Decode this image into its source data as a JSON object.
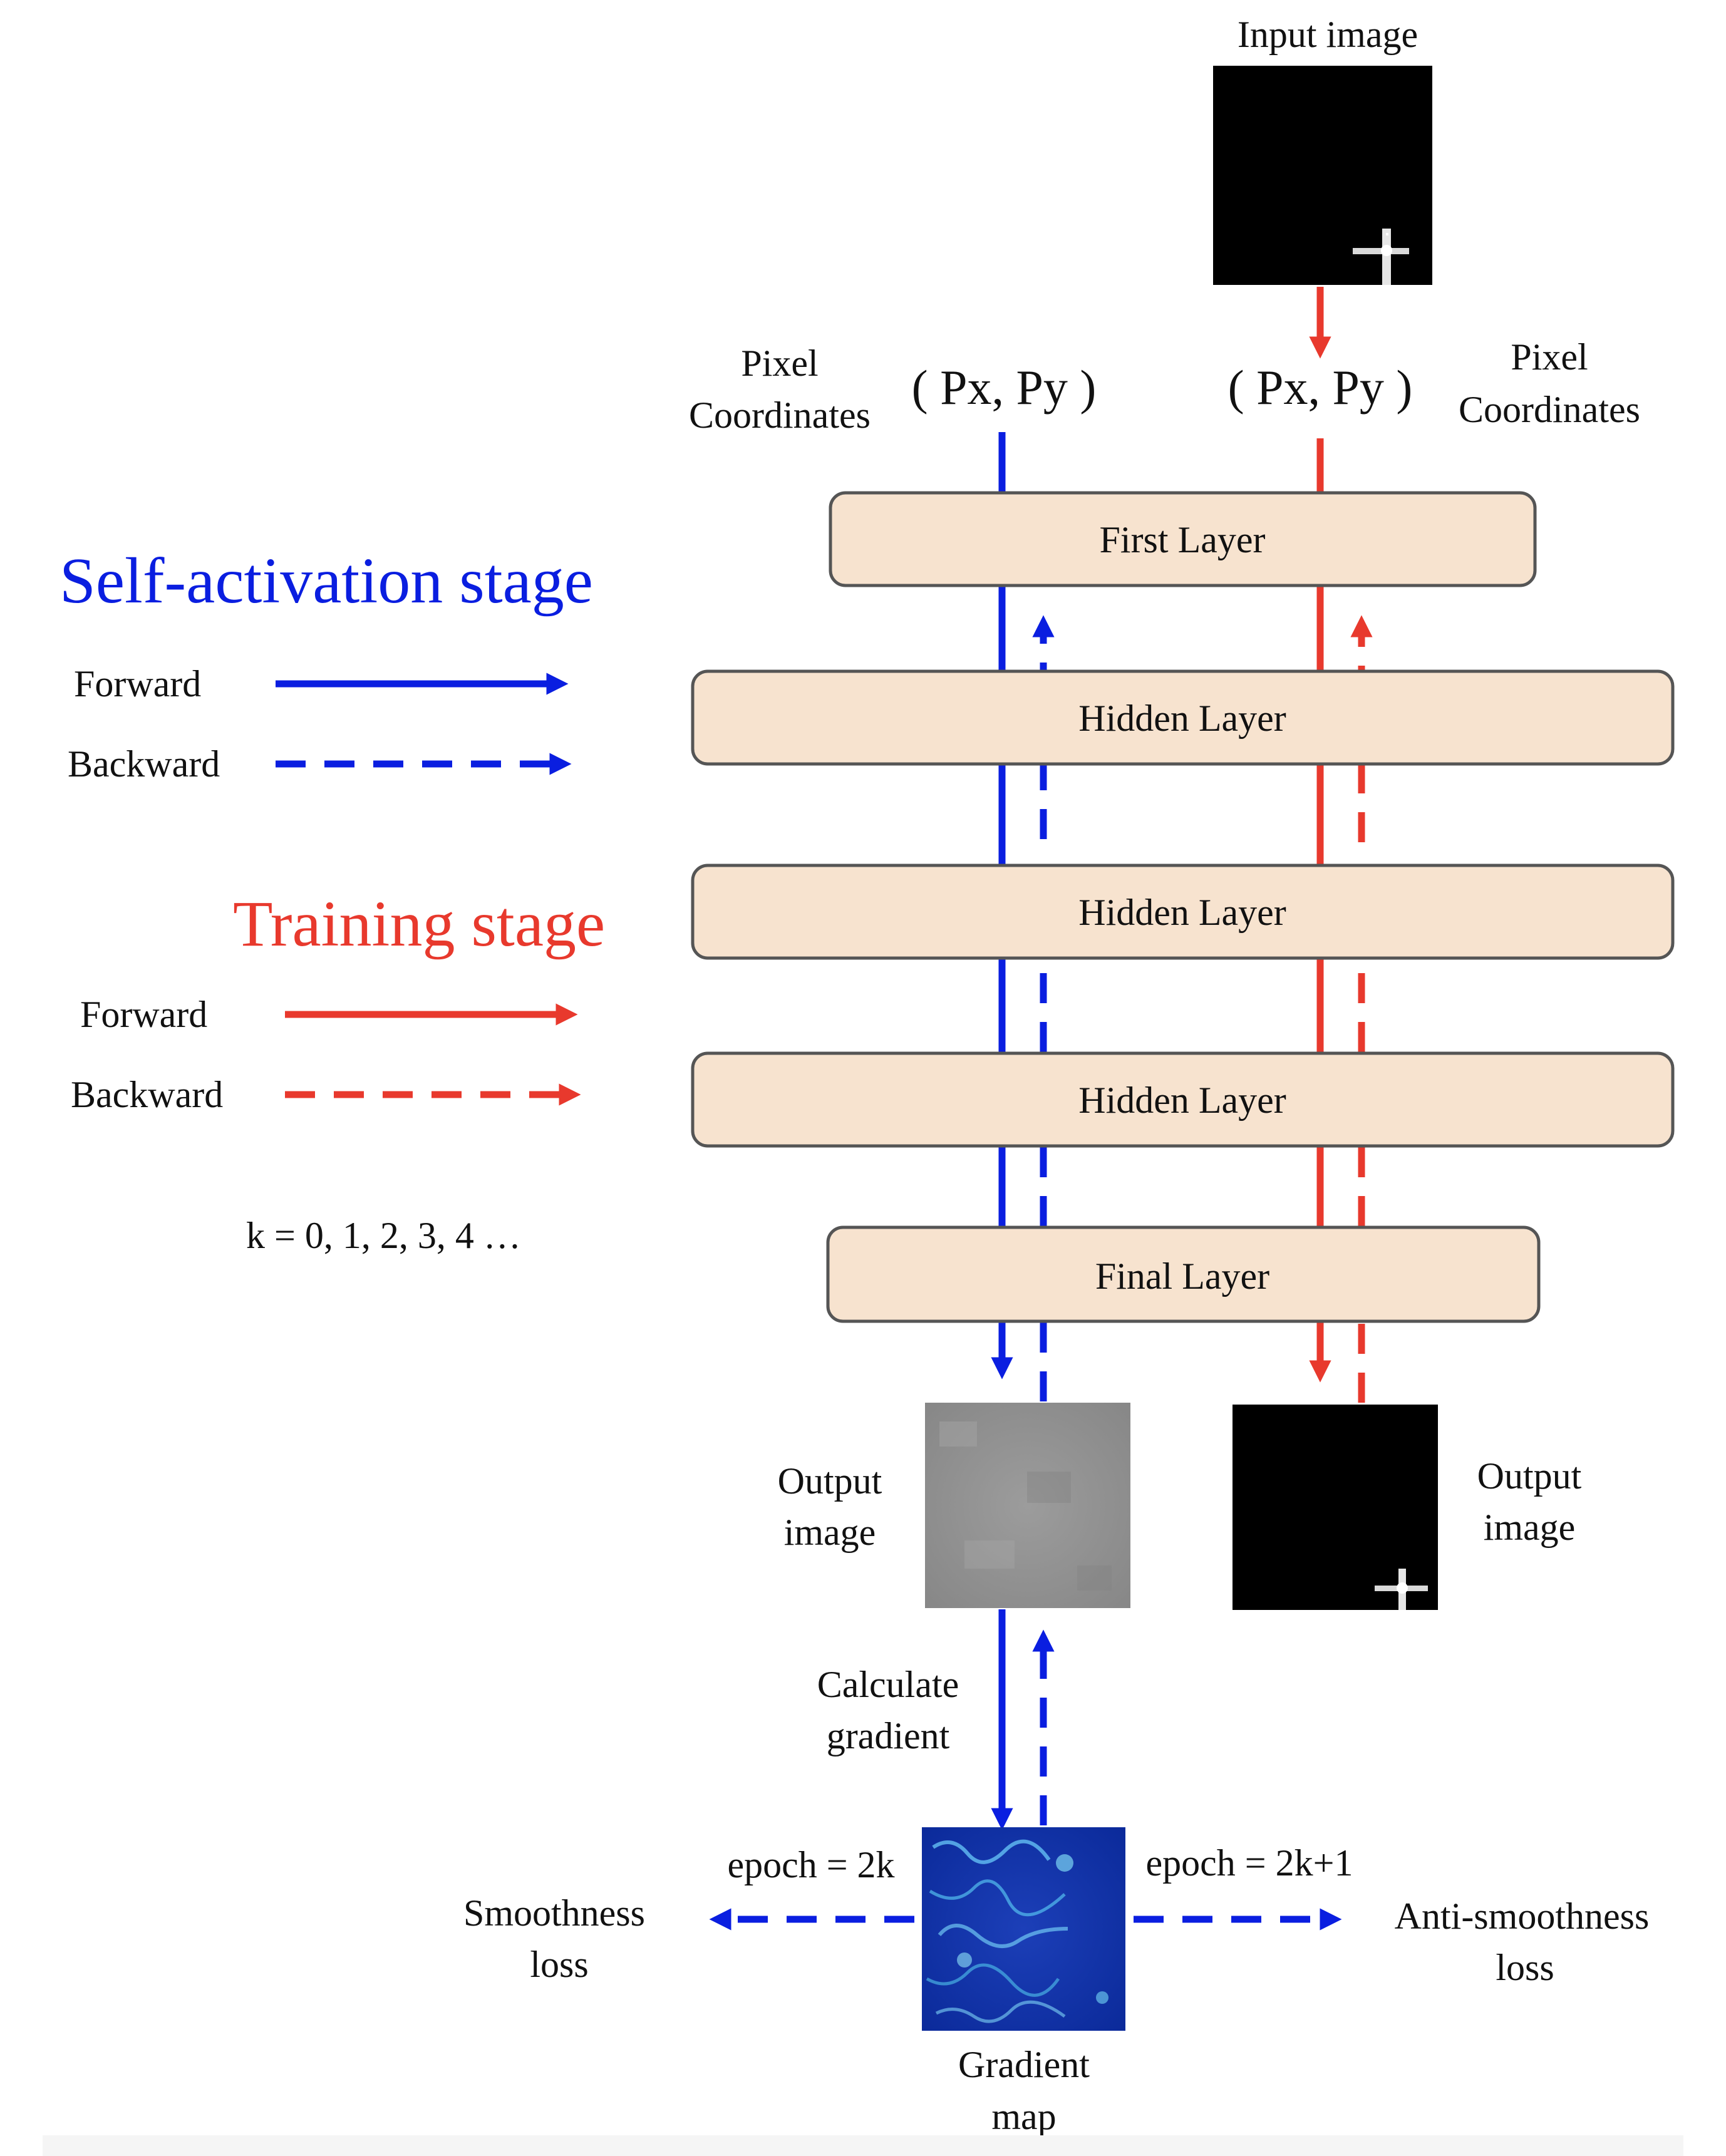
{
  "input_image": {
    "caption": "Input image"
  },
  "coords": {
    "left": {
      "label_line1": "Pixel",
      "label_line2": "Coordinates",
      "formula": "( Px, Py )"
    },
    "right": {
      "label_line1": "Pixel",
      "label_line2": "Coordinates",
      "formula": "( Px, Py )"
    }
  },
  "layers": [
    {
      "label": "First Layer"
    },
    {
      "label": "Hidden Layer"
    },
    {
      "label": "Hidden Layer"
    },
    {
      "label": "Hidden Layer"
    },
    {
      "label": "Final Layer"
    }
  ],
  "legend": {
    "self_activation": {
      "title": "Self-activation stage",
      "forward": "Forward",
      "backward": "Backward",
      "color": "#0a1ee0"
    },
    "training": {
      "title": "Training stage",
      "forward": "Forward",
      "backward": "Backward",
      "color": "#e8392d"
    },
    "k_values": "k = 0, 1, 2, 3, 4 …"
  },
  "outputs": {
    "left": {
      "line1": "Output",
      "line2": "image"
    },
    "right": {
      "line1": "Output",
      "line2": "image"
    }
  },
  "gradient": {
    "calc_line1": "Calculate",
    "calc_line2": "gradient",
    "map_line1": "Gradient",
    "map_line2": "map"
  },
  "losses": {
    "left": {
      "epoch": "epoch = 2k",
      "line1": "Smoothness",
      "line2": "loss"
    },
    "right": {
      "epoch": "epoch = 2k+1",
      "line1": "Anti-smoothness",
      "line2": "loss"
    }
  }
}
